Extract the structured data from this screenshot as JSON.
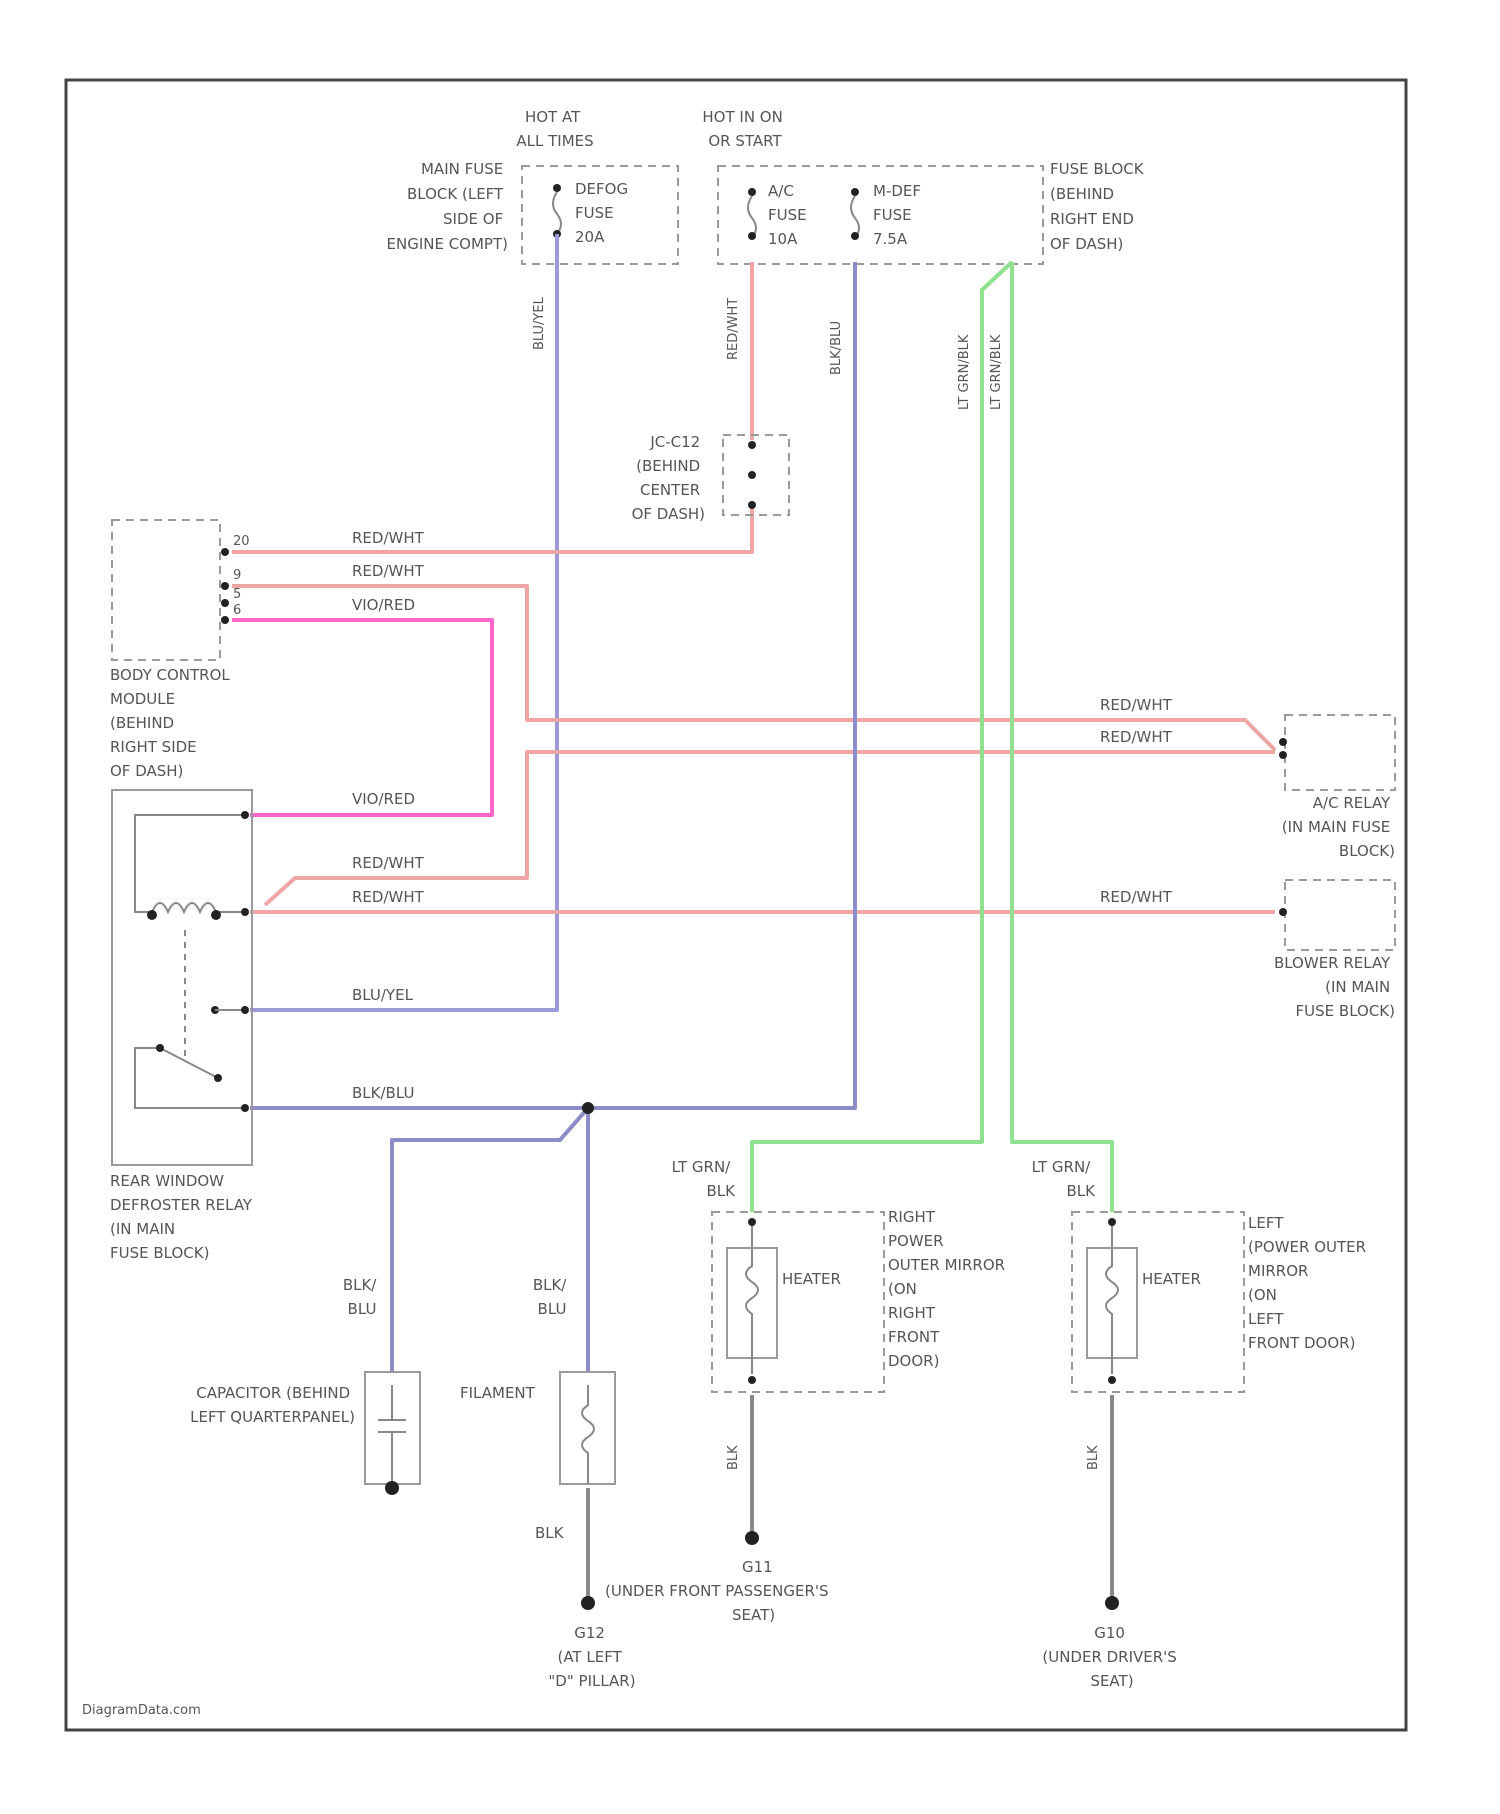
{
  "colors": {
    "red_wht": "#f0a5a5",
    "vio_red": "#ff66cc",
    "blu_yel": "#9a9ad6",
    "blk_blu": "#8c8cc8",
    "lt_grn": "#8fe08f",
    "blk": "#8a8a8a"
  },
  "supplies": {
    "hot_at_all_times": [
      "HOT AT",
      "ALL TIMES"
    ],
    "hot_in_on_or_start": [
      "HOT IN ON",
      "OR START"
    ],
    "main_fuse_block": [
      "MAIN FUSE",
      "BLOCK (LEFT",
      "SIDE OF",
      "ENGINE COMPT)"
    ],
    "defog_fuse": [
      "DEFOG",
      "FUSE",
      "20A"
    ],
    "ac_fuse": [
      "A/C",
      "FUSE",
      "10A"
    ],
    "mdef_fuse": [
      "M-DEF",
      "FUSE",
      "7.5A"
    ],
    "fuse_block": [
      "FUSE BLOCK",
      "(BEHIND",
      "RIGHT END",
      "OF DASH)"
    ]
  },
  "connectors": {
    "jc": [
      "JC-C12",
      "(BEHIND",
      "CENTER",
      "OF DASH)"
    ],
    "bcm_pins": [
      "20",
      "9",
      "5",
      "6"
    ]
  },
  "components": {
    "bcm": [
      "BODY CONTROL",
      "MODULE",
      "(BEHIND",
      "RIGHT SIDE",
      "OF DASH)"
    ],
    "defroster_relay": [
      "REAR WINDOW",
      "DEFROSTER RELAY",
      "(IN MAIN",
      "FUSE BLOCK)"
    ],
    "ac_relay": [
      "A/C RELAY",
      "(IN MAIN FUSE",
      "BLOCK)"
    ],
    "blower_relay": [
      "BLOWER RELAY",
      "(IN MAIN",
      "FUSE BLOCK)"
    ],
    "capacitor": [
      "CAPACITOR (BEHIND",
      "LEFT QUARTERPANEL)"
    ],
    "filament": "FILAMENT",
    "heater": "HEATER",
    "right_mirror": [
      "RIGHT",
      "POWER",
      "OUTER MIRROR",
      "(ON",
      "RIGHT",
      "FRONT",
      "DOOR)"
    ],
    "left_mirror": [
      "LEFT",
      "(POWER OUTER",
      "MIRROR",
      "(ON",
      "LEFT",
      "FRONT DOOR)"
    ]
  },
  "wires": {
    "red_wht": "RED/WHT",
    "vio_red": "VIO/RED",
    "blu_yel": "BLU/YEL",
    "blk_blu": "BLK/BLU",
    "lt_grn_blk_lines": [
      "LT GRN/",
      "BLK"
    ],
    "blk_blu_lines": [
      "BLK/",
      "BLU"
    ],
    "blk": "BLK"
  },
  "grounds": {
    "g12": [
      "G12",
      "(AT LEFT",
      "\"D\" PILLAR)"
    ],
    "g11": [
      "G11",
      "(UNDER FRONT PASSENGER'S",
      "SEAT)"
    ],
    "g10": [
      "G10",
      "(UNDER DRIVER'S",
      "SEAT)"
    ]
  },
  "watermark": "DiagramData.com"
}
